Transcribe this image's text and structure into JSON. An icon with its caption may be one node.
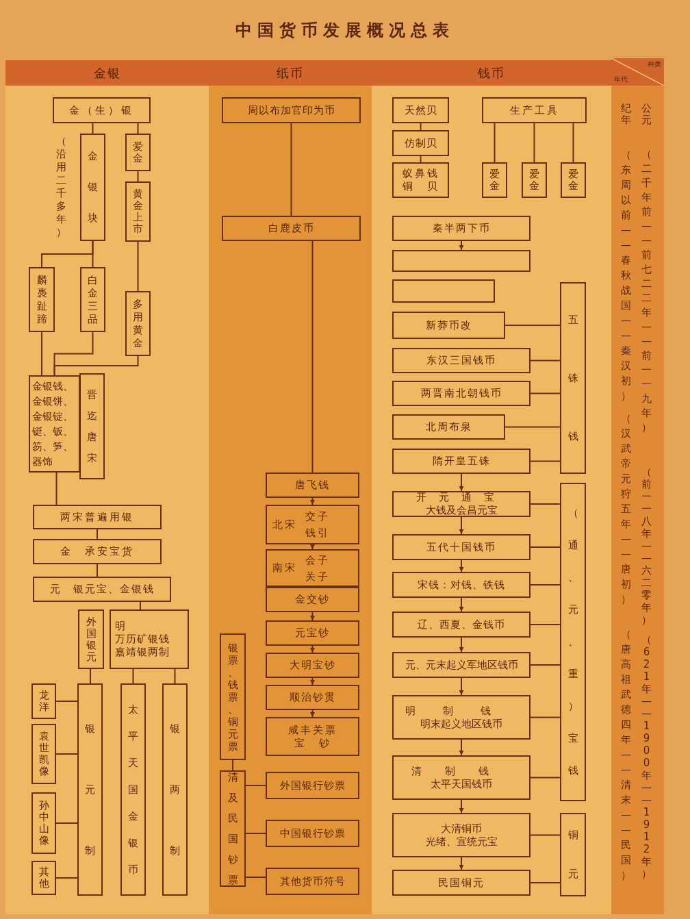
{
  "diagram": {
    "title": "中国货币发展概况总表",
    "nodes": [
      {
        "text": [
          "金银"
        ]
      },
      {
        "text": [
          "纸币"
        ]
      },
      {
        "text": [
          "钱币"
        ]
      },
      {
        "text": [
          "种类",
          "年代"
        ]
      },
      {
        "text": [
          "金（生）银"
        ]
      },
      {
        "text": [
          "金银块"
        ],
        "beside": [
          "（沿用二千多年）"
        ]
      },
      {
        "text": [
          "爱金"
        ]
      },
      {
        "text": [
          "黄金上市"
        ]
      },
      {
        "text": [
          "麟褭趾蹄"
        ]
      },
      {
        "text": [
          "白金三品"
        ]
      },
      {
        "text": [
          "多用黄金"
        ]
      },
      {
        "text": [
          "金银钱、金银饼、金银锭、铤、钣、笏、笋、器饰"
        ]
      },
      {
        "text": [
          "晋迄唐宋"
        ]
      },
      {
        "text": [
          "两宋普遍用银"
        ]
      },
      {
        "text": [
          "金　承安宝货"
        ]
      },
      {
        "text": [
          "元　银元宝、金银钱"
        ]
      },
      {
        "text": [
          "外国银元"
        ]
      },
      {
        "text": [
          "明",
          "万历矿银钱",
          "嘉靖银两制"
        ]
      },
      {
        "text": [
          "龙洋"
        ]
      },
      {
        "text": [
          "袁世凯像"
        ]
      },
      {
        "text": [
          "孙中山像"
        ]
      },
      {
        "text": [
          "其他"
        ]
      },
      {
        "text": [
          "银元制"
        ]
      },
      {
        "text": [
          "太平天国金银币"
        ]
      },
      {
        "text": [
          "银两制"
        ]
      },
      {
        "text": [
          "周以布加官印为币"
        ]
      },
      {
        "text": [
          "白鹿皮币"
        ]
      },
      {
        "text": [
          "唐飞钱"
        ]
      },
      {
        "text": [
          "北宋",
          "交子钱引"
        ]
      },
      {
        "text": [
          "南宋",
          "会子关子"
        ]
      },
      {
        "text": [
          "金交钞"
        ]
      },
      {
        "text": [
          "元宝钞"
        ]
      },
      {
        "text": [
          "大明宝钞"
        ]
      },
      {
        "text": [
          "顺治钞贯"
        ]
      },
      {
        "text": [
          "咸丰关票",
          "宝　钞"
        ]
      },
      {
        "text": [
          "银票、钱票、铜元票"
        ]
      },
      {
        "text": [
          "清及民国钞票"
        ]
      },
      {
        "text": [
          "外国银行钞票"
        ]
      },
      {
        "text": [
          "中国银行钞票"
        ]
      },
      {
        "text": [
          "其他货币符号"
        ]
      },
      {
        "text": [
          "天然贝"
        ]
      },
      {
        "text": [
          "仿制贝"
        ]
      },
      {
        "text": [
          "蚁鼻钱",
          "铜　贝"
        ]
      },
      {
        "text": [
          "生产工具"
        ]
      },
      {
        "text": [
          "爱金"
        ]
      },
      {
        "text": [
          "爱金"
        ]
      },
      {
        "text": [
          "爱金"
        ]
      },
      {
        "text": [
          "秦半两下币"
        ]
      },
      {
        "text": [],
        "shape": "box"
      },
      {
        "text": [],
        "shape": "box"
      },
      {
        "text": [
          "新莽币改"
        ]
      },
      {
        "text": [
          "东汉三国钱币"
        ]
      },
      {
        "text": [
          "两晋南北朝钱币"
        ]
      },
      {
        "text": [
          "北周布泉"
        ]
      },
      {
        "text": [
          "隋开皇五铢"
        ]
      },
      {
        "text": [
          "五铢钱"
        ]
      },
      {
        "text": [
          "开元通宝",
          "大钱及会昌元宝"
        ]
      },
      {
        "text": [
          "五代十国钱币"
        ]
      },
      {
        "text": [
          "宋钱：对钱、铁钱"
        ]
      },
      {
        "text": [
          "辽、西夏、金钱币"
        ]
      },
      {
        "text": [
          "元、元末起义军地区钱币"
        ]
      },
      {
        "text": [
          "明制钱",
          "明末起义地区钱币"
        ]
      },
      {
        "text": [
          "清制钱",
          "太平天国钱币"
        ]
      },
      {
        "text": [
          "大清铜币",
          "光绪、宣统元宝"
        ]
      },
      {
        "text": [
          "民国铜元"
        ]
      },
      {
        "text": [
          "（通、元、重）宝钱"
        ]
      },
      {
        "text": [
          "铜元"
        ]
      }
    ],
    "edges": [
      {
        "from": 4,
        "to": 5,
        "arrow": "none"
      },
      {
        "from": 4,
        "to": 6,
        "arrow": "none"
      },
      {
        "from": 6,
        "to": 7,
        "arrow": "none"
      },
      {
        "from": 7,
        "to": 10,
        "arrow": "none"
      },
      {
        "from": 5,
        "to": 8,
        "arrow": "none"
      },
      {
        "from": 5,
        "to": 9,
        "arrow": "none"
      },
      {
        "from": 8,
        "to": 11,
        "arrow": "none"
      },
      {
        "from": 9,
        "to": 11,
        "arrow": "none"
      },
      {
        "from": 10,
        "to": 11,
        "arrow": "none"
      },
      {
        "from": 11,
        "to": 13,
        "arrow": "none"
      },
      {
        "from": 13,
        "to": 14,
        "arrow": "none"
      },
      {
        "from": 14,
        "to": 15,
        "arrow": "none"
      },
      {
        "from": 15,
        "to": 17,
        "arrow": "none"
      },
      {
        "from": 16,
        "to": 22,
        "arrow": "none"
      },
      {
        "from": 17,
        "to": 23,
        "arrow": "none"
      },
      {
        "from": 17,
        "to": 24,
        "arrow": "none"
      },
      {
        "from": 22,
        "to": 18,
        "arrow": "none"
      },
      {
        "from": 22,
        "to": 19,
        "arrow": "none"
      },
      {
        "from": 22,
        "to": 20,
        "arrow": "none"
      },
      {
        "from": 22,
        "to": 21,
        "arrow": "none"
      },
      {
        "from": 25,
        "to": 26,
        "arrow": "none"
      },
      {
        "from": 26,
        "to": 27,
        "arrow": "none"
      },
      {
        "from": 27,
        "to": 28,
        "arrow": "to"
      },
      {
        "from": 28,
        "to": 29,
        "arrow": "to"
      },
      {
        "from": 30,
        "to": 31,
        "arrow": "to"
      },
      {
        "from": 31,
        "to": 32,
        "arrow": "to"
      },
      {
        "from": 32,
        "to": 33,
        "arrow": "to"
      },
      {
        "from": 33,
        "to": 34,
        "arrow": "to"
      },
      {
        "from": 35,
        "to": 36,
        "arrow": "none"
      },
      {
        "from": 36,
        "to": 37,
        "arrow": "none"
      },
      {
        "from": 36,
        "to": 38,
        "arrow": "none"
      },
      {
        "from": 36,
        "to": 39,
        "arrow": "none"
      },
      {
        "from": 40,
        "to": 41,
        "arrow": "none"
      },
      {
        "from": 41,
        "to": 42,
        "arrow": "none"
      },
      {
        "from": 43,
        "to": 44,
        "arrow": "none"
      },
      {
        "from": 43,
        "to": 45,
        "arrow": "none"
      },
      {
        "from": 43,
        "to": 46,
        "arrow": "none"
      },
      {
        "from": 47,
        "to": 48,
        "arrow": "to"
      },
      {
        "from": 50,
        "to": 55,
        "arrow": "none"
      },
      {
        "from": 51,
        "to": 55,
        "arrow": "none"
      },
      {
        "from": 52,
        "to": 55,
        "arrow": "none"
      },
      {
        "from": 53,
        "to": 55,
        "arrow": "none"
      },
      {
        "from": 54,
        "to": 55,
        "arrow": "none"
      },
      {
        "from": 54,
        "to": 56,
        "arrow": "to"
      },
      {
        "from": 56,
        "to": 57,
        "arrow": "to"
      },
      {
        "from": 57,
        "to": 58,
        "arrow": "to"
      },
      {
        "from": 58,
        "to": 59,
        "arrow": "to"
      },
      {
        "from": 59,
        "to": 60,
        "arrow": "to"
      },
      {
        "from": 60,
        "to": 61,
        "arrow": "to"
      },
      {
        "from": 61,
        "to": 62,
        "arrow": "to"
      },
      {
        "from": 62,
        "to": 63,
        "arrow": "to"
      },
      {
        "from": 63,
        "to": 64,
        "arrow": "to"
      },
      {
        "from": 56,
        "to": 65,
        "arrow": "none"
      },
      {
        "from": 57,
        "to": 65,
        "arrow": "none"
      },
      {
        "from": 58,
        "to": 65,
        "arrow": "none"
      },
      {
        "from": 59,
        "to": 65,
        "arrow": "none"
      },
      {
        "from": 60,
        "to": 65,
        "arrow": "none"
      },
      {
        "from": 61,
        "to": 65,
        "arrow": "none"
      },
      {
        "from": 62,
        "to": 65,
        "arrow": "none"
      },
      {
        "from": 63,
        "to": 66,
        "arrow": "none"
      },
      {
        "from": 64,
        "to": 66,
        "arrow": "none"
      }
    ],
    "labels": [
      "纪年",
      "（东周以前——春秋战国——秦汉初）",
      "（汉武帝元狩五年——唐初）",
      "（唐高祖武德四年——清末——民国）",
      "公元",
      "（二千年前——前七二二年——前一一九年）",
      "（前一一八年——六二零年）",
      "（621年——1900年——1912年）"
    ]
  }
}
